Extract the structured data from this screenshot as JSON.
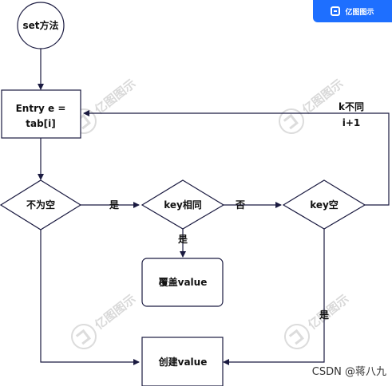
{
  "brand": {
    "badge_label": "亿图图示",
    "watermark_text": "亿图图示",
    "credit": "CSDN @蒋八九"
  },
  "nodes": {
    "start": "set方法",
    "entry_line1": "Entry e =",
    "entry_line2": "tab[i]",
    "not_null": "不为空",
    "key_same": "key相同",
    "key_null": "key空",
    "overwrite": "覆盖value",
    "create": "创建value"
  },
  "edges": {
    "yes_1": "是",
    "no": "否",
    "yes_2": "是",
    "yes_3": "是",
    "loop_line1": "k不同",
    "loop_line2": "i+1"
  },
  "colors": {
    "stroke": "#1a1a40",
    "accent": "#1e6fff",
    "watermark": "#d9d9d9"
  }
}
